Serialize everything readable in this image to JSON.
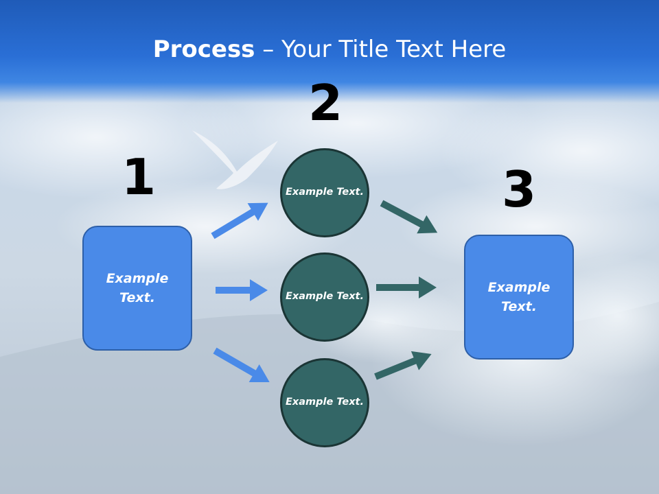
{
  "title": {
    "strong": "Process",
    "rest": " – Your Title Text Here"
  },
  "steps": [
    {
      "number": "1",
      "label": "Example Text."
    },
    {
      "number": "2",
      "labels": [
        "Example Text.",
        "Example Text.",
        "Example Text."
      ]
    },
    {
      "number": "3",
      "label": "Example Text."
    }
  ],
  "colors": {
    "box_fill": "#4a8ae8",
    "circle_fill": "#336666",
    "arrow_blue": "#4a8ae8",
    "arrow_teal": "#336666",
    "title_band": "#2a6fd6"
  }
}
